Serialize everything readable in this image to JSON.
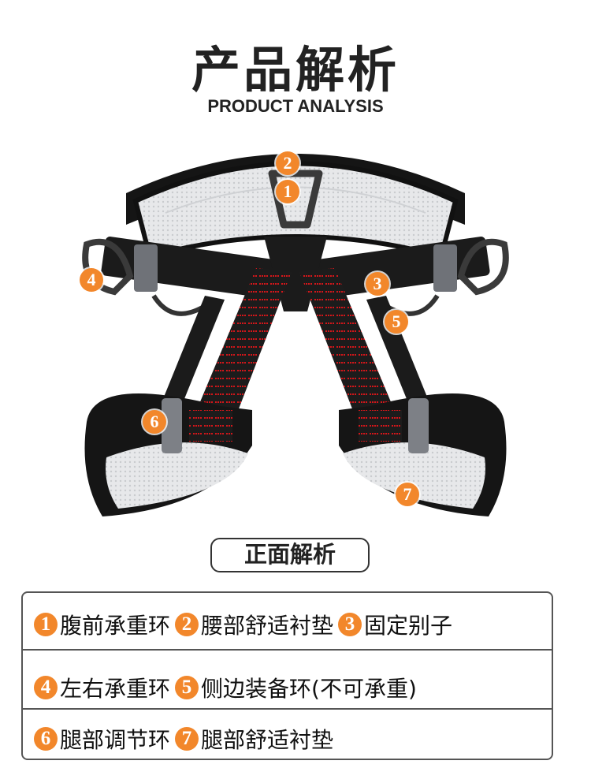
{
  "header": {
    "title": "产品解析",
    "subtitle": "PRODUCT ANALYSIS"
  },
  "image": {
    "subject": "climbing half-body safety harness",
    "markers": [
      "2",
      "1",
      "4",
      "3",
      "5",
      "6",
      "7"
    ],
    "colors": {
      "webbing": "#1b1b1b",
      "stitching": "#d4161a",
      "padding": "#e9eaec",
      "buckle": "#7d8086"
    }
  },
  "section_label": "正面解析",
  "legend": {
    "badge_color": "#f2872b",
    "rows": [
      [
        {
          "num": "1",
          "text": "腹前承重环"
        },
        {
          "num": "2",
          "text": "腰部舒适衬垫"
        },
        {
          "num": "3",
          "text": "固定别子"
        }
      ],
      [
        {
          "num": "4",
          "text": "左右承重环"
        },
        {
          "num": "5",
          "text": "侧边装备环(不可承重)"
        }
      ],
      [
        {
          "num": "6",
          "text": "腿部调节环"
        },
        {
          "num": "7",
          "text": "腿部舒适衬垫"
        }
      ]
    ]
  }
}
